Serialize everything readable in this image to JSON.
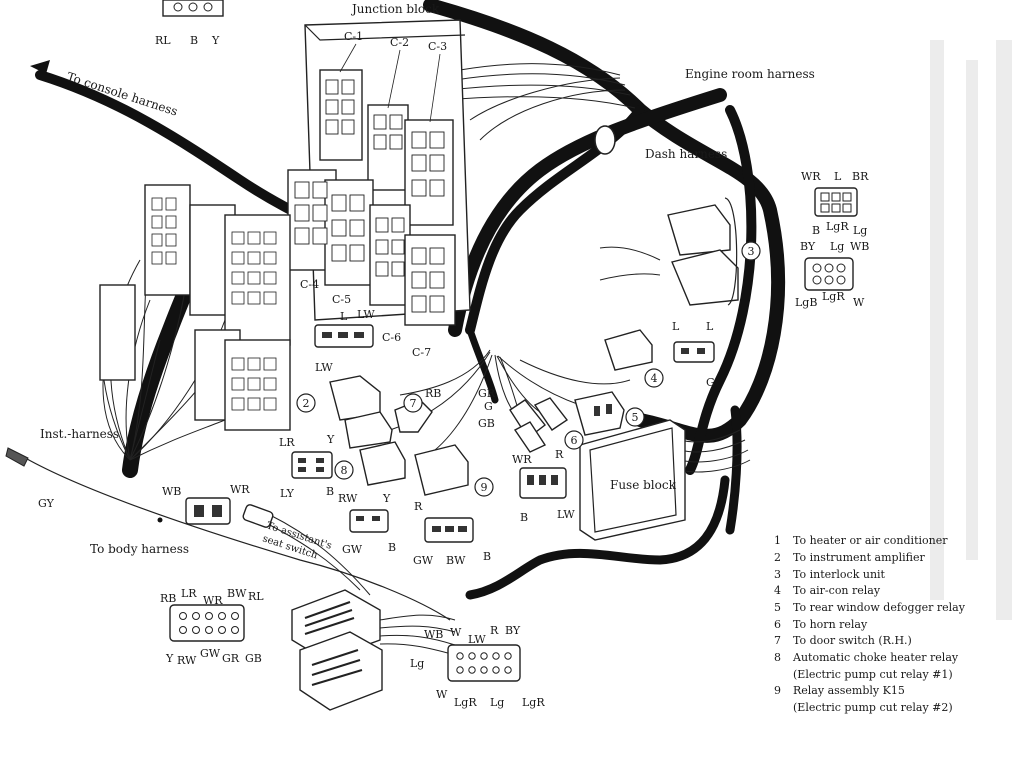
{
  "labels": {
    "junction_block": "Junction block",
    "c1": "C-1",
    "c2": "C-2",
    "c3": "C-3",
    "c4": "C-4",
    "c5": "C-5",
    "c6": "C-6",
    "c7": "C-7",
    "engine_room_harness": "Engine room harness",
    "dash_harness": "Dash harness",
    "to_console_harness": "To console harness",
    "inst_harness": "Inst.-harness",
    "to_body_harness": "To body harness",
    "to_assistants_seat_switch_1": "To assistant's",
    "to_assistants_seat_switch_2": "seat switch",
    "fuse_block": "Fuse block"
  },
  "wire_codes": {
    "top_left_connector": [
      "RL",
      "B",
      "Y"
    ],
    "conn_3_upper_top": [
      "WR",
      "L",
      "BR"
    ],
    "conn_3_upper_bottom": [
      "B",
      "LgR",
      "Lg"
    ],
    "conn_3_lower_top": [
      "BY",
      "Lg",
      "WB"
    ],
    "conn_3_lower_bottom": [
      "LgB",
      "LgR",
      "W"
    ],
    "conn_4": [
      "L",
      "L",
      "G"
    ],
    "conn_2": [
      "L",
      "LW",
      "LW"
    ],
    "conn_7": [
      "RB"
    ],
    "conn_6": [
      "GR",
      "G",
      "GB"
    ],
    "conn_8": [
      "LR",
      "Y",
      "LY",
      "B"
    ],
    "conn_9_left": [
      "RW",
      "Y",
      "GW",
      "B"
    ],
    "conn_9_right": [
      "R",
      "GW",
      "BW",
      "B"
    ],
    "conn_fuse_side": [
      "WR",
      "R",
      "B",
      "LW"
    ],
    "conn_wb_wr": [
      "WB",
      "WR"
    ],
    "gy": "GY",
    "conn_big_left_top": [
      "RB",
      "LR",
      "WR",
      "BW",
      "RL"
    ],
    "conn_big_left_bottom": [
      "Y",
      "RW",
      "GW",
      "GR",
      "GB"
    ],
    "conn_big_right_top": [
      "WB",
      "W",
      "LW",
      "R",
      "BY"
    ],
    "conn_big_right_side": [
      "Lg",
      "W"
    ],
    "conn_big_right_bottom": [
      "LgR",
      "Lg",
      "LgR"
    ]
  },
  "callouts": [
    "2",
    "3",
    "4",
    "5",
    "6",
    "7",
    "8",
    "9"
  ],
  "legend": [
    {
      "num": "1",
      "text": "To heater or air conditioner"
    },
    {
      "num": "2",
      "text": "To instrument amplifier"
    },
    {
      "num": "3",
      "text": "To interlock unit"
    },
    {
      "num": "4",
      "text": "To air-con relay"
    },
    {
      "num": "5",
      "text": "To rear window defogger relay"
    },
    {
      "num": "6",
      "text": "To horn relay"
    },
    {
      "num": "7",
      "text": "To door switch (R.H.)"
    },
    {
      "num": "8",
      "text": "Automatic choke heater relay",
      "sub": "(Electric pump cut relay #1)"
    },
    {
      "num": "9",
      "text": "Relay assembly K15",
      "sub": "(Electric pump cut relay #2)"
    }
  ],
  "colors": {
    "ink": "#111111",
    "paper": "#ffffff"
  }
}
